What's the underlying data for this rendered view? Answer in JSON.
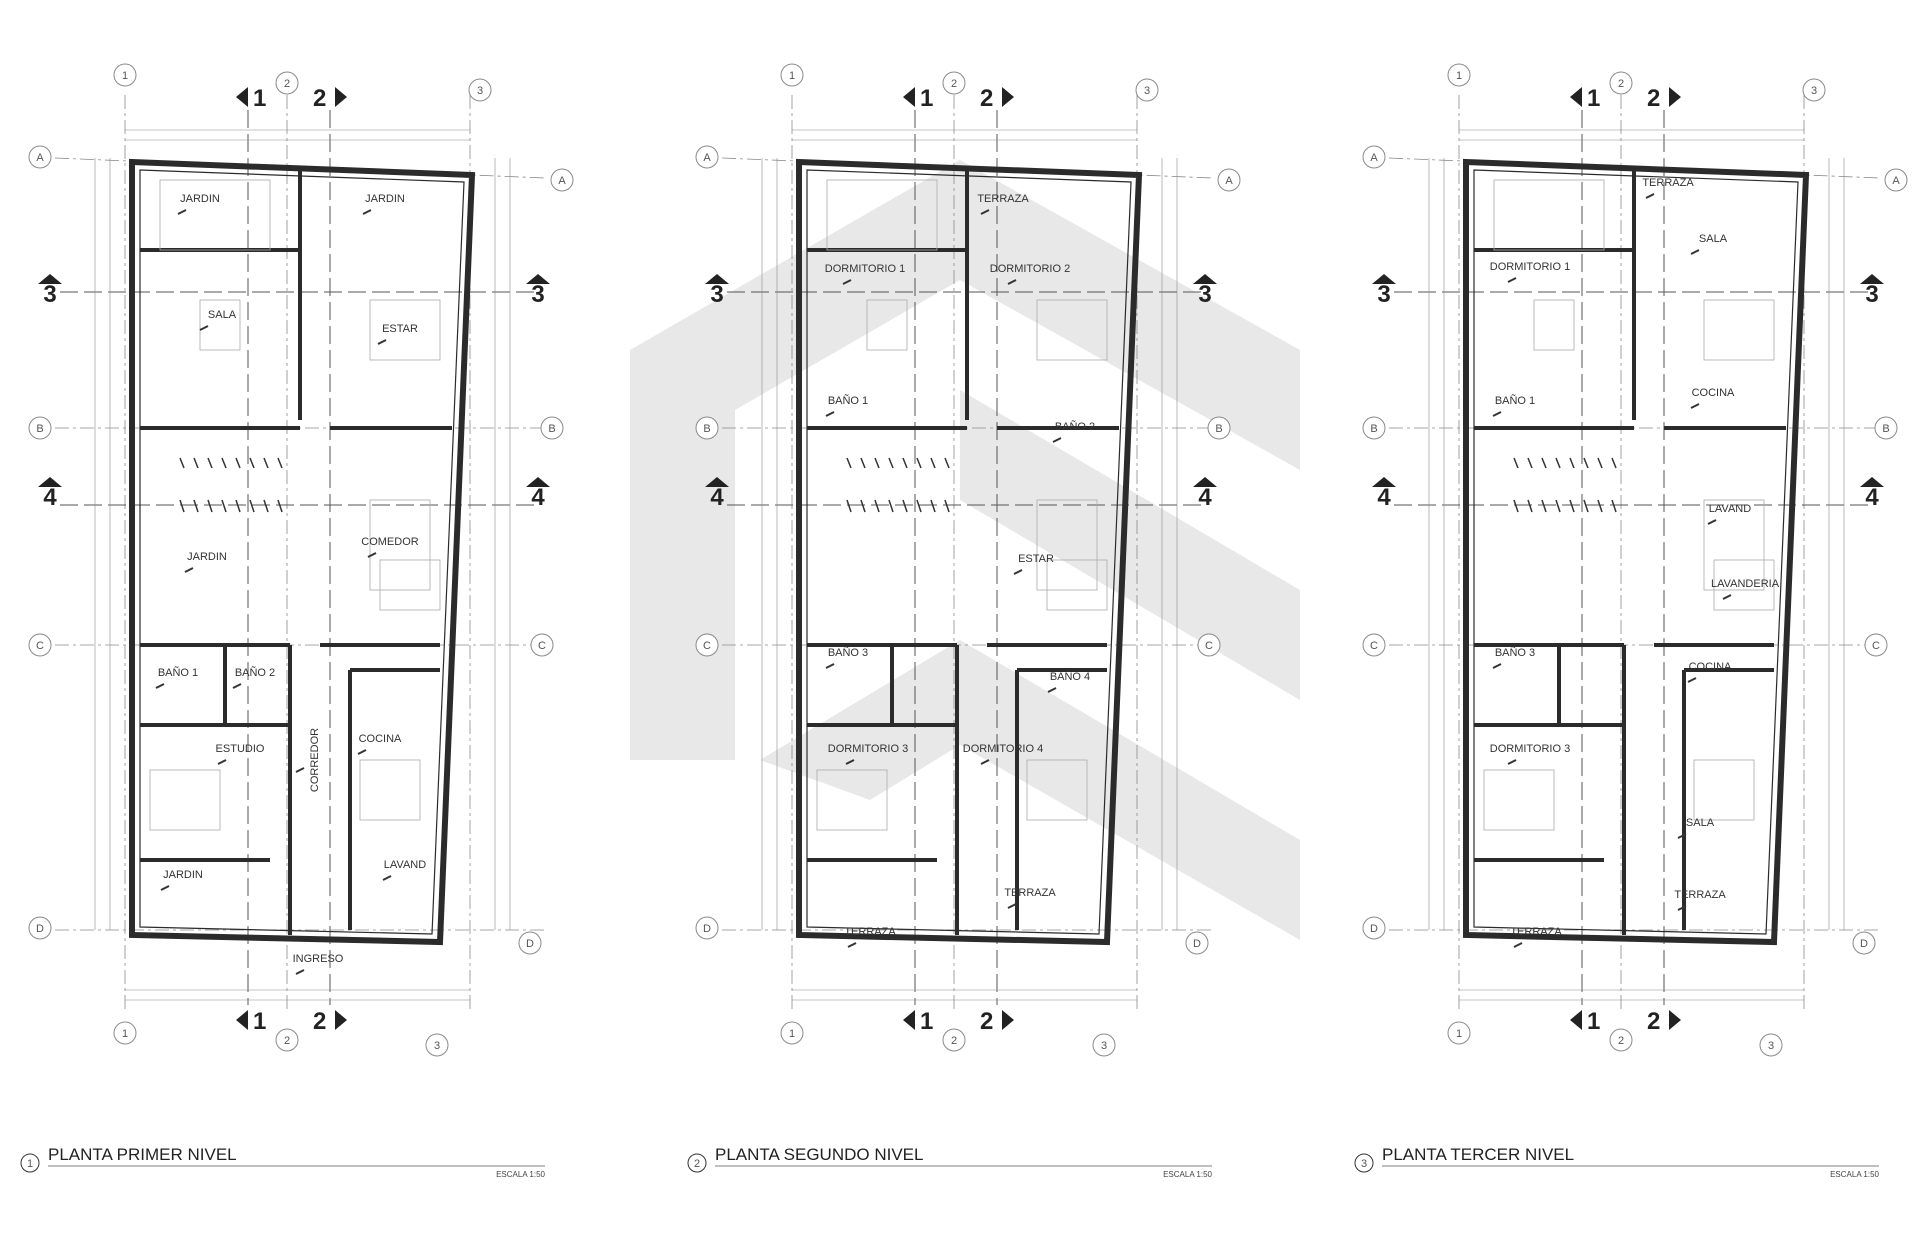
{
  "colors": {
    "ink": "#2b2b2b",
    "grid": "#8a8a8a",
    "watermark": "#e6e6e6"
  },
  "sheets": [
    {
      "number": "1",
      "title": "PLANTA PRIMER NIVEL",
      "scale": "ESCALA 1:50",
      "rooms": [
        {
          "label": "JARDIN"
        },
        {
          "label": "JARDIN"
        },
        {
          "label": "SALA"
        },
        {
          "label": "ESTAR"
        },
        {
          "label": "JARDIN"
        },
        {
          "label": "COMEDOR"
        },
        {
          "label": "BAÑO 1"
        },
        {
          "label": "BAÑO 2"
        },
        {
          "label": "ESTUDIO"
        },
        {
          "label": "CORREDOR"
        },
        {
          "label": "COCINA"
        },
        {
          "label": "JARDIN"
        },
        {
          "label": "LAVAND"
        },
        {
          "label": "INGRESO"
        }
      ]
    },
    {
      "number": "2",
      "title": "PLANTA SEGUNDO NIVEL",
      "scale": "ESCALA 1:50",
      "rooms": [
        {
          "label": "TERRAZA"
        },
        {
          "label": "DORMITORIO 1"
        },
        {
          "label": "DORMITORIO 2"
        },
        {
          "label": "BAÑO 1"
        },
        {
          "label": "BAÑO 2"
        },
        {
          "label": "ESTAR"
        },
        {
          "label": "BAÑO 3"
        },
        {
          "label": "BAÑO 4"
        },
        {
          "label": "DORMITORIO 3"
        },
        {
          "label": "DORMITORIO 4"
        },
        {
          "label": "TERRAZA"
        },
        {
          "label": "TERRAZA"
        }
      ]
    },
    {
      "number": "3",
      "title": "PLANTA TERCER NIVEL",
      "scale": "ESCALA 1:50",
      "rooms": [
        {
          "label": "TERRAZA"
        },
        {
          "label": "SALA"
        },
        {
          "label": "DORMITORIO 1"
        },
        {
          "label": "COCINA"
        },
        {
          "label": "BAÑO 1"
        },
        {
          "label": "LAVAND"
        },
        {
          "label": "LAVANDERIA"
        },
        {
          "label": "BAÑO 3"
        },
        {
          "label": "COCINA"
        },
        {
          "label": "DORMITORIO 3"
        },
        {
          "label": "SALA"
        },
        {
          "label": "TERRAZA"
        },
        {
          "label": "TERRAZA"
        }
      ]
    }
  ],
  "grid_axes": {
    "columns": [
      "1",
      "2",
      "3"
    ],
    "rows": [
      "A",
      "B",
      "C",
      "D"
    ],
    "sections_vertical": [
      "1",
      "2"
    ],
    "sections_horizontal": [
      "3",
      "4"
    ]
  }
}
